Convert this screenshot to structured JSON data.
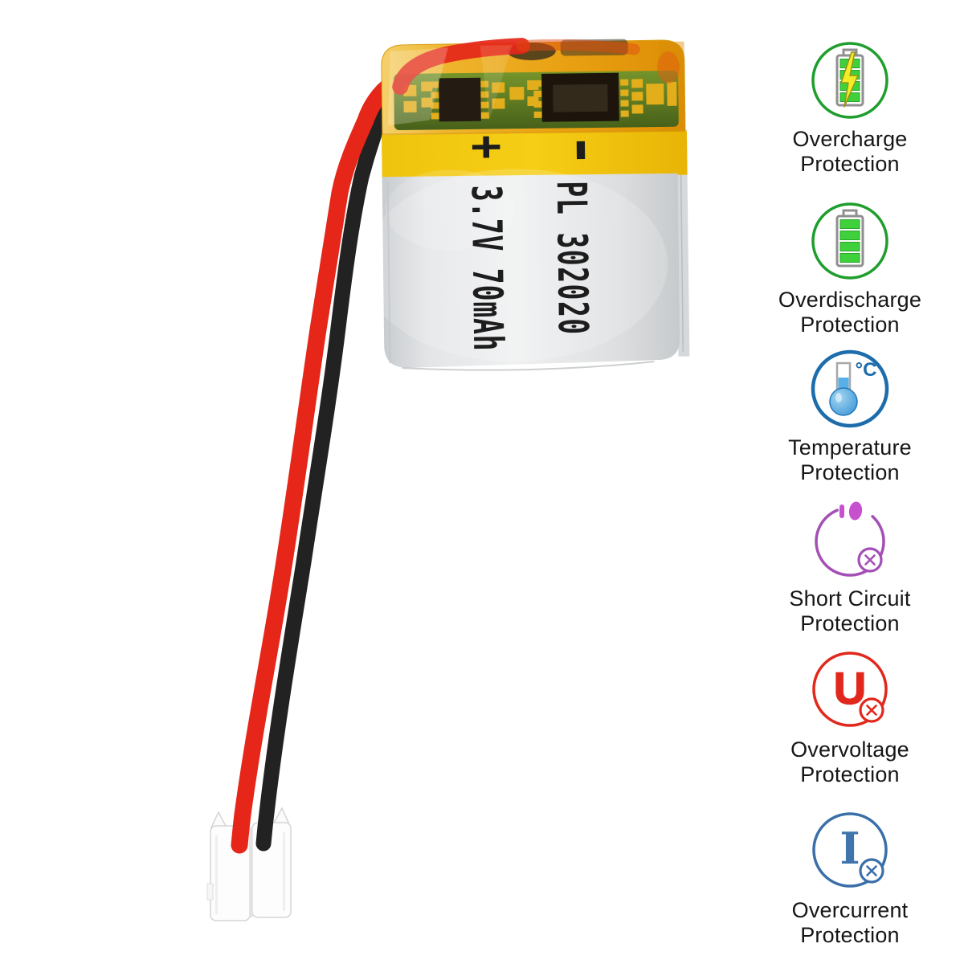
{
  "photo": {
    "battery": {
      "polarity_positive": "+",
      "polarity_negative": "-",
      "spec_label": "3.7V 70mAh",
      "model_label": "PL 302020",
      "body_color": "#dfe2e4",
      "band_color": "#f2c50e",
      "tape_color": "#eca713"
    },
    "wires": {
      "positive_color": "#e52619",
      "negative_color": "#222222"
    }
  },
  "features": [
    {
      "name": "overcharge-protection",
      "icon": "battery-lightning-icon",
      "accent": "#1f9e2e",
      "line1": "Overcharge",
      "line2": "Protection"
    },
    {
      "name": "overdischarge-protection",
      "icon": "battery-full-icon",
      "accent": "#1f9e2e",
      "line1": "Overdischarge",
      "line2": "Protection"
    },
    {
      "name": "temperature-protection",
      "icon": "thermometer-icon",
      "accent": "#1d6cab",
      "line1": "Temperature",
      "line2": "Protection",
      "unit": "°C"
    },
    {
      "name": "short-circuit-protection",
      "icon": "open-circuit-x-icon",
      "accent": "#a44fb5",
      "line1": "Short Circuit",
      "line2": "Protection"
    },
    {
      "name": "overvoltage-protection",
      "icon": "voltage-u-x-icon",
      "accent": "#e2281c",
      "line1": "Overvoltage",
      "line2": "Protection",
      "symbol": "U"
    },
    {
      "name": "overcurrent-protection",
      "icon": "current-i-x-icon",
      "accent": "#3a6fa8",
      "line1": "Overcurrent",
      "line2": "Protection",
      "symbol": "I"
    }
  ]
}
